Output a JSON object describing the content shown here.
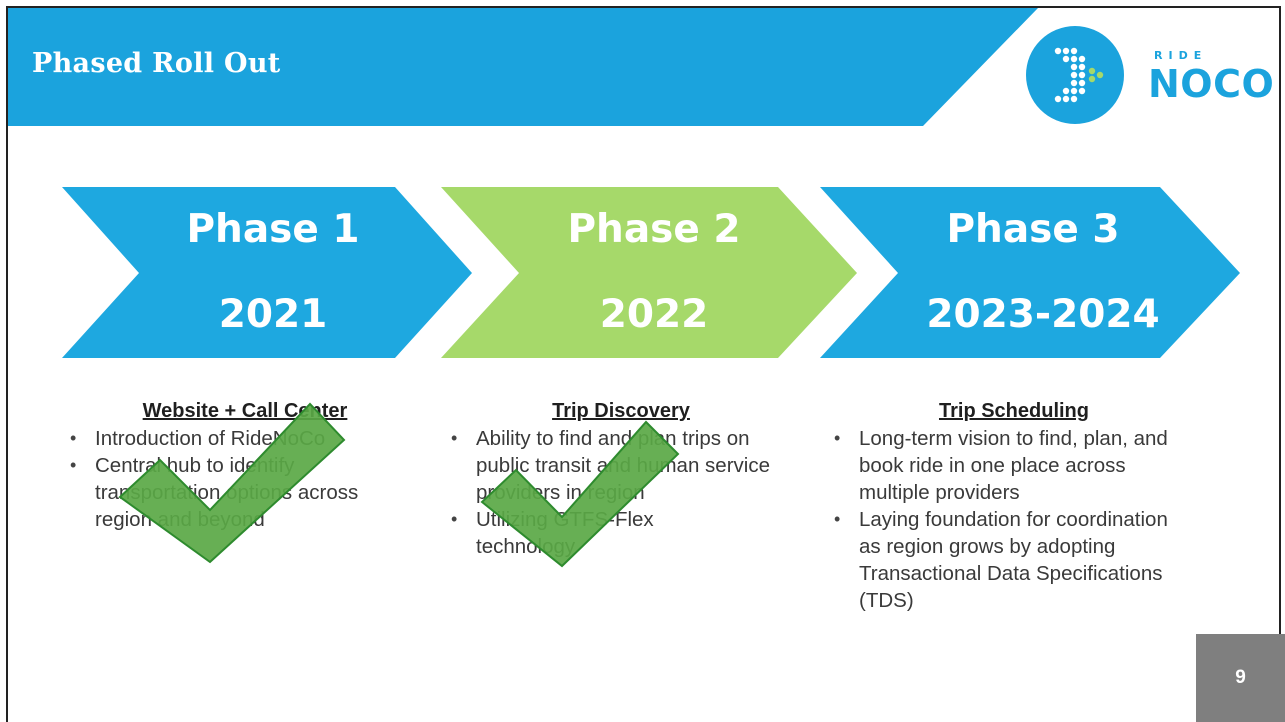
{
  "slide": {
    "title": "Phased Roll Out",
    "page_number": "9"
  },
  "logo": {
    "ride": "RIDE",
    "noco": "NOCO",
    "icon": "ride-noco-arrow-dots-icon"
  },
  "colors": {
    "header_blue": "#1ba3dd",
    "phase_blue": "#1ea8e0",
    "phase_green": "#a6d96a",
    "check_green": "#5aa845",
    "page_box": "#7f7f7f"
  },
  "phases": [
    {
      "label": "Phase 1",
      "year": "2021",
      "heading": "Website + Call Center",
      "bullets": [
        "Introduction of RideNoCo",
        "Central hub to identify transportation options across region and beyond"
      ],
      "completed": true
    },
    {
      "label": "Phase 2",
      "year": "2022",
      "heading": "Trip Discovery",
      "bullets": [
        "Ability to find and plan trips on public transit and human service providers in region",
        "Utilizing GTFS-Flex technology"
      ],
      "completed": true
    },
    {
      "label": "Phase 3",
      "year": "2023-2024",
      "heading": "Trip Scheduling",
      "bullets": [
        "Long-term vision to find, plan, and book ride in one place across multiple providers",
        "Laying foundation for coordination as region grows by adopting Transactional Data Specifications (TDS)"
      ],
      "completed": false
    }
  ]
}
